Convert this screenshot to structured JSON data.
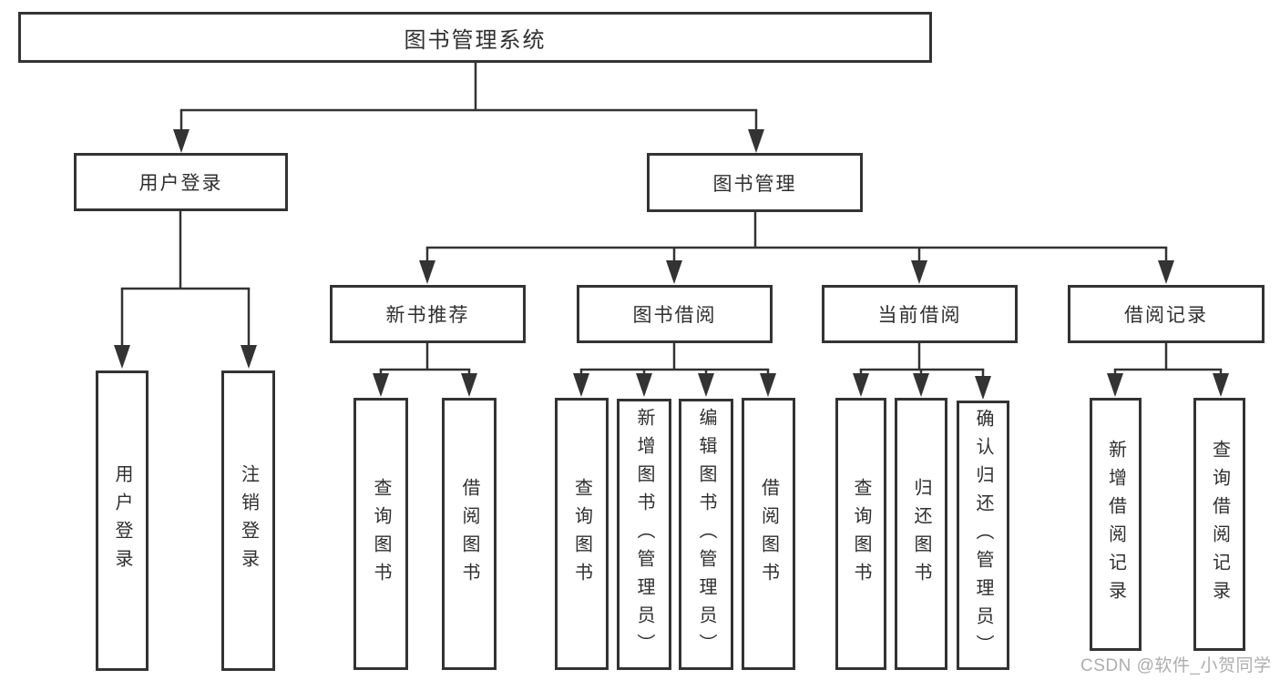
{
  "tree": {
    "root": {
      "label": "图书管理系统",
      "children": [
        {
          "label": "用户登录",
          "children": [
            {
              "label": "用户登录"
            },
            {
              "label": "注销登录"
            }
          ]
        },
        {
          "label": "图书管理",
          "children": [
            {
              "label": "新书推荐",
              "children": [
                {
                  "label": "查询图书"
                },
                {
                  "label": "借阅图书"
                }
              ]
            },
            {
              "label": "图书借阅",
              "children": [
                {
                  "label": "查询图书"
                },
                {
                  "label": "新增图书（管理员）"
                },
                {
                  "label": "编辑图书（管理员）"
                },
                {
                  "label": "借阅图书"
                }
              ]
            },
            {
              "label": "当前借阅",
              "children": [
                {
                  "label": "查询图书"
                },
                {
                  "label": "归还图书"
                },
                {
                  "label": "确认归还（管理员）"
                }
              ]
            },
            {
              "label": "借阅记录",
              "children": [
                {
                  "label": "新增借阅记录"
                },
                {
                  "label": "查询借阅记录"
                }
              ]
            }
          ]
        }
      ]
    }
  },
  "watermark": {
    "text": "CSDN @软件_小贺同学"
  },
  "colors": {
    "line": "#333333",
    "text": "#2f2f2f",
    "background": "#ffffff",
    "watermark": "#adadad"
  }
}
